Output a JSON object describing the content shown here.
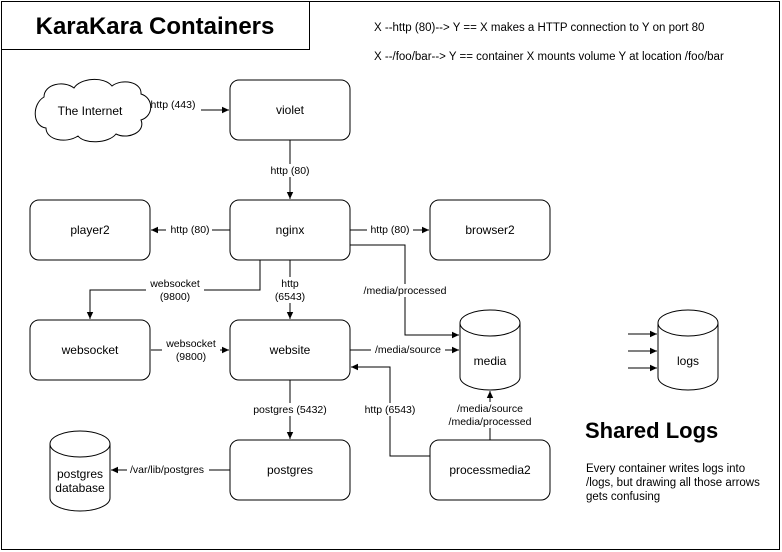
{
  "title": "KaraKara Containers",
  "legend": {
    "http": "X --http (80)--> Y == X makes a HTTP connection to Y on port 80",
    "mount": "X --/foo/bar--> Y == container X mounts volume Y at location /foo/bar"
  },
  "nodes": {
    "internet": "The Internet",
    "violet": "violet",
    "nginx": "nginx",
    "player2": "player2",
    "browser2": "browser2",
    "websocket": "websocket",
    "website": "website",
    "media": "media",
    "postgres": "postgres",
    "postgres_db": [
      "postgres",
      "database"
    ],
    "processmedia2": "processmedia2",
    "logs": "logs"
  },
  "edges": {
    "internet_violet": "http (443)",
    "violet_nginx": "http (80)",
    "nginx_player2": "http (80)",
    "nginx_browser2": "http (80)",
    "nginx_websocket": [
      "websocket",
      "(9800)"
    ],
    "nginx_website": [
      "http",
      "(6543)"
    ],
    "nginx_media": "/media/processed",
    "website_websocket": [
      "websocket",
      "(9800)"
    ],
    "website_media": "/media/source",
    "website_postgres": "postgres (5432)",
    "postgres_db": "/var/lib/postgres",
    "processmedia2_website": "http (6543)",
    "processmedia2_media": [
      "/media/source",
      "/media/processed"
    ]
  },
  "shared_logs": {
    "heading": "Shared Logs",
    "description": [
      "Every container writes logs into",
      "/logs, but drawing all those arrows",
      "gets confusing"
    ]
  }
}
